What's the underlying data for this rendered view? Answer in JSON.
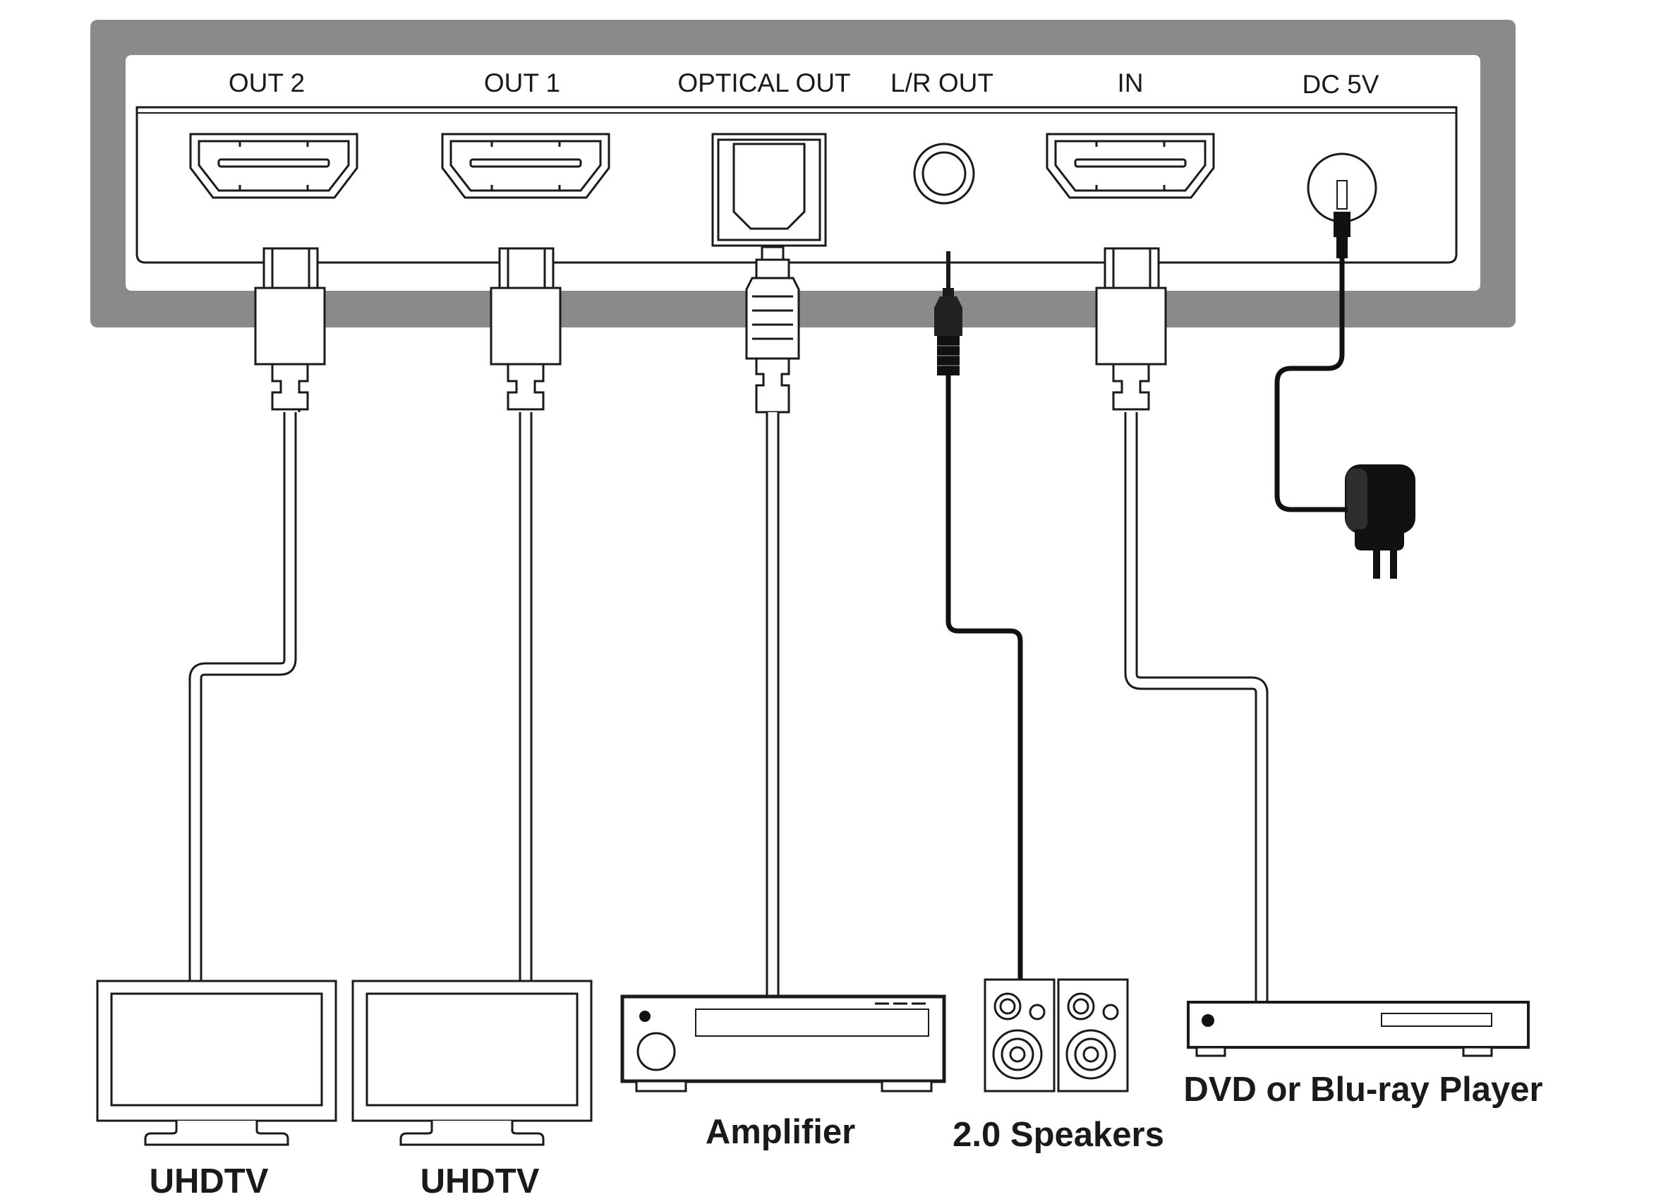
{
  "ports": [
    {
      "id": "out2",
      "label": "OUT 2",
      "kind": "hdmi"
    },
    {
      "id": "out1",
      "label": "OUT 1",
      "kind": "hdmi"
    },
    {
      "id": "optical",
      "label": "OPTICAL OUT",
      "kind": "toslink"
    },
    {
      "id": "lr",
      "label": "L/R OUT",
      "kind": "audio-jack"
    },
    {
      "id": "in",
      "label": "IN",
      "kind": "hdmi"
    },
    {
      "id": "dc",
      "label": "DC 5V",
      "kind": "dc-power"
    }
  ],
  "devices": [
    {
      "id": "tv2",
      "label": "UHDTV",
      "icon": "tv-icon"
    },
    {
      "id": "tv1",
      "label": "UHDTV",
      "icon": "tv-icon"
    },
    {
      "id": "amp",
      "label": "Amplifier",
      "icon": "amplifier-icon"
    },
    {
      "id": "spk",
      "label": "2.0 Speakers",
      "icon": "speakers-icon"
    },
    {
      "id": "player",
      "label": "DVD or Blu-ray Player",
      "icon": "disc-player-icon"
    }
  ],
  "colors": {
    "frame": "#8a8a8a",
    "cable_black": "#111111",
    "line": "#1a1a1a"
  }
}
